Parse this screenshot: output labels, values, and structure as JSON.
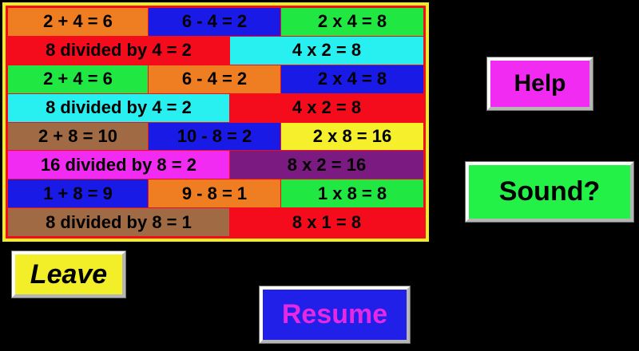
{
  "page": {
    "background": "#000000"
  },
  "board": {
    "border_color": "#F2EE24",
    "background": "#F40C1C",
    "rows": [
      {
        "cells": [
          {
            "text": "2 + 4 = 6",
            "bg": "#EF7D22"
          },
          {
            "text": "6 - 4 = 2",
            "bg": "#1A1AE6"
          },
          {
            "text": "2 x 4 = 8",
            "bg": "#21E742"
          }
        ]
      },
      {
        "cells": [
          {
            "text": "8 divided by 4 = 2",
            "bg": "#F40C1C"
          },
          {
            "text": "4 x 2 = 8",
            "bg": "#29F0F0"
          }
        ]
      },
      {
        "cells": [
          {
            "text": "2 + 4 = 6",
            "bg": "#21E742"
          },
          {
            "text": "6 - 4 = 2",
            "bg": "#EF7D22"
          },
          {
            "text": "2 x 4 = 8",
            "bg": "#1A1AE6"
          }
        ]
      },
      {
        "cells": [
          {
            "text": "8 divided by 4 = 2",
            "bg": "#29F0F0"
          },
          {
            "text": "4 x 2 = 8",
            "bg": "#F40C1C"
          }
        ]
      },
      {
        "cells": [
          {
            "text": "2 + 8 = 10",
            "bg": "#A06B44"
          },
          {
            "text": "10 - 8 = 2",
            "bg": "#1A1AE6"
          },
          {
            "text": "2 x 8 = 16",
            "bg": "#F5F02B"
          }
        ]
      },
      {
        "cells": [
          {
            "text": "16 divided by 8 = 2",
            "bg": "#F22BF2"
          },
          {
            "text": "8 x 2 = 16",
            "bg": "#7B1A80"
          }
        ]
      },
      {
        "cells": [
          {
            "text": "1 + 8 = 9",
            "bg": "#1A1AE6"
          },
          {
            "text": "9 - 8 = 1",
            "bg": "#EF7D22"
          },
          {
            "text": "1 x 8 = 8",
            "bg": "#21E742"
          }
        ]
      },
      {
        "cells": [
          {
            "text": "8 divided by 8 = 1",
            "bg": "#A06B44"
          },
          {
            "text": "8 x 1 = 8",
            "bg": "#F40C1C"
          }
        ]
      }
    ]
  },
  "buttons": {
    "help": {
      "label": "Help",
      "bg": "#F22BF2",
      "text_color": "#000000"
    },
    "sound": {
      "label": "Sound?",
      "bg": "#23F148",
      "text_color": "#000000"
    },
    "leave": {
      "label": "Leave",
      "bg": "#F2EE28",
      "text_color": "#000000"
    },
    "resume": {
      "label": "Resume",
      "bg": "#2020E8",
      "text_color": "#E428E4"
    }
  }
}
